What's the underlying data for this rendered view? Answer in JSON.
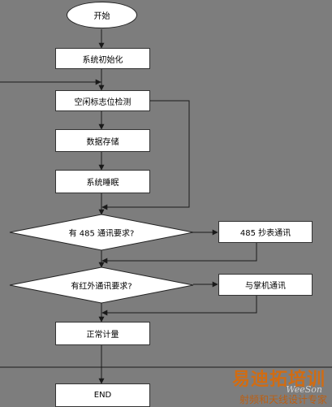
{
  "flowchart": {
    "start": "开始",
    "init": "系统初始化",
    "check_flag": "空闲标志位检测",
    "store": "数据存储",
    "sleep": "系统睡眠",
    "decision_485": "有 485 通讯要求?",
    "comm_485": "485 抄表通讯",
    "decision_ir": "有红外通讯要求?",
    "comm_handheld": "与掌机通讯",
    "metering": "正常计量",
    "end": "END"
  },
  "watermark": {
    "brand_cn": "易迪拓培训",
    "brand_en": "WeeSon",
    "subtitle": "射频和天线设计专家"
  }
}
